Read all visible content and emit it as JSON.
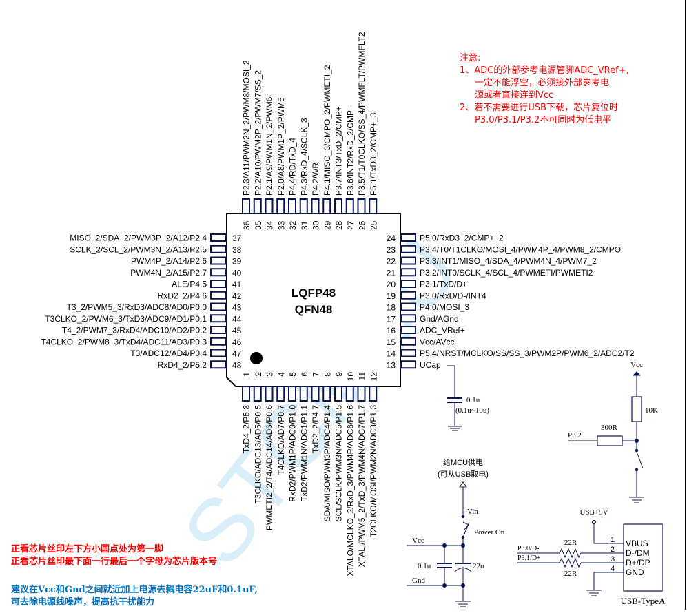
{
  "colors": {
    "pin_outline": "#0a1450",
    "chip_outline": "#000000",
    "wire": "#0a1450",
    "note_red": "#ff0000",
    "note_blue": "#0070c0",
    "watermark": "#d6ecf7"
  },
  "watermark": "STCMCU",
  "chip": {
    "package_line1": "LQFP48",
    "package_line2": "QFN48",
    "pin1_marker": "pin1-dot",
    "left_pins": [
      {
        "num": "37",
        "label": "MISO_2/SDA_2/PWM3P_2/A12/P2.4"
      },
      {
        "num": "38",
        "label": "SCLK_2/SCL_2/PWM3N_2/A13/P2.5"
      },
      {
        "num": "39",
        "label": "PWM4P_2/A14/P2.6"
      },
      {
        "num": "40",
        "label": "PWM4N_2/A15/P2.7"
      },
      {
        "num": "41",
        "label": "ALE/P4.5"
      },
      {
        "num": "42",
        "label": "RxD2_2/P4.6"
      },
      {
        "num": "43",
        "label": "T3_2/PWM5_3/RxD3/ADC8/AD0/P0.0"
      },
      {
        "num": "44",
        "label": "T3CLKO_2/PWM6_3/TxD3/ADC9/AD1/P0.1"
      },
      {
        "num": "45",
        "label": "T4_2/PWM7_3/RxD4/ADC10/AD2/P0.2"
      },
      {
        "num": "46",
        "label": "T4CLKO_2/PWM8_3/TxD4/ADC11/AD3/P0.3"
      },
      {
        "num": "47",
        "label": "T3/ADC12/AD4/P0.4"
      },
      {
        "num": "48",
        "label": "RxD4_2/P5.2"
      }
    ],
    "right_pins": [
      {
        "num": "24",
        "label": "P5.0/RxD3_2/CMP+_2"
      },
      {
        "num": "23",
        "label": "P3.4/T0/T1CLKO/MOSI_4/PWM4P_4/PWM8_2/CMPO"
      },
      {
        "num": "22",
        "label": "P3.3/INT1/MISO_4/SDA_4/PWM4N_4/PWM7_2"
      },
      {
        "num": "21",
        "label": "P3.2/INT0/SCLK_4/SCL_4/PWMETI/PWMETI2"
      },
      {
        "num": "20",
        "label": "P3.1/TxD/D+"
      },
      {
        "num": "19",
        "label": "P3.0/RxD/D-/INT4"
      },
      {
        "num": "18",
        "label": "P4.0/MOSI_3"
      },
      {
        "num": "17",
        "label": "Gnd/AGnd"
      },
      {
        "num": "16",
        "label": "ADC_VRef+"
      },
      {
        "num": "15",
        "label": "Vcc/AVcc"
      },
      {
        "num": "14",
        "label": "P5.4/NRST/MCLKO/SS/SS_3/PWM2P/PWM6_2/ADC2/T2"
      },
      {
        "num": "13",
        "label": "UCap"
      }
    ],
    "top_pins": [
      {
        "num": "36",
        "label": "P2.3/A11/PWM2N_2/PWM8/MOSI_2"
      },
      {
        "num": "35",
        "label": "P2.2/A10/PWM2P_2/PWM7/SS_2"
      },
      {
        "num": "34",
        "label": "P2.1/A9/PWM1N_2/PWM6"
      },
      {
        "num": "33",
        "label": "P2.0/A8/PWM1P_2/PWM5"
      },
      {
        "num": "32",
        "label": "P4.4/RD/TxD_4"
      },
      {
        "num": "31",
        "label": "P4.3/RxD_4/SCLK_3"
      },
      {
        "num": "30",
        "label": "P4.2/WR"
      },
      {
        "num": "29",
        "label": "P4.1/MISO_3/CMPO_2/PWMETI_2"
      },
      {
        "num": "28",
        "label": "P3.7/INT3/TxD_2/CMP+"
      },
      {
        "num": "27",
        "label": "P3.6/INT2/RxD_2/CMP-"
      },
      {
        "num": "26",
        "label": "P3.5/T1/T0CLKO/SS_4/PWMFLT/PWMFLT2"
      },
      {
        "num": "25",
        "label": "P5.1/TxD3_2/CMP+_3"
      }
    ],
    "bottom_pins": [
      {
        "num": "1",
        "label": "TxD4_2/P5.3"
      },
      {
        "num": "2",
        "label": "T3CLKO/ADC13/AD5/P0.5"
      },
      {
        "num": "3",
        "label": "PWMETI2_2/T4/ADC14/AD6/P0.6"
      },
      {
        "num": "4",
        "label": "T4CLKO/AD7/P0.7"
      },
      {
        "num": "5",
        "label": "RxD2/PWM1P/ADC0/P1.0"
      },
      {
        "num": "6",
        "label": "TxD2/PWM1N/ADC1/P1.1"
      },
      {
        "num": "7",
        "label": "TxD2_2/P4.7"
      },
      {
        "num": "8",
        "label": "SDA/MISO/PWM3P/ADC4/P1.4"
      },
      {
        "num": "9",
        "label": "SCL/SCLK/PWM3N/ADC5/P1.5"
      },
      {
        "num": "10",
        "label": "XTALO/MCLKO_2/RxD_3/PWM4P/ADC6/P1.6"
      },
      {
        "num": "11",
        "label": "XTALI/PWM5_2/TxD_3/PWM4N/ADC7/P1.7"
      },
      {
        "num": "12",
        "label": "T2CLKO/MOSI/PWM2N/ADC3/P1.3"
      }
    ]
  },
  "notes": {
    "title": "注意:",
    "lines": [
      "1、ADC的外部参考电源管脚ADC_VRef+,",
      "一定不能浮空，必须接外部参考电",
      "源或者直接连到Vcc",
      "2、若不需要进行USB下载，芯片复位时",
      "P3.0/P3.1/P3.2不可同时为低电平"
    ]
  },
  "bottom_notes": {
    "red_lines": [
      "正看芯片丝印左下方小圆点处为第一脚",
      "正看芯片丝印最下面一行最后一个字母为芯片版本号"
    ],
    "blue_lines": [
      "建议在Vcc和Gnd之间就近加上电源去耦电容22uF和0.1uF,",
      "可去除电源线噪声，提高抗干扰能力"
    ]
  },
  "ucap_circuit": {
    "cap_value": "0.1u",
    "cap_range": "(0.1u~10u)"
  },
  "reset_circuit": {
    "vcc_label": "Vcc",
    "pullup_value": "10K",
    "series_value": "300R",
    "net_label": "P3.2"
  },
  "power_circuit": {
    "supply_title": "给MCU供电",
    "supply_subtitle": "(可从USB取电)",
    "vin_label": "Vin",
    "switch_label": "Power On",
    "vcc_label": "Vcc",
    "gnd_label": "Gnd",
    "cap_small": "0.1u",
    "cap_large": "22u"
  },
  "usb_circuit": {
    "usb5v_label": "USB+5V",
    "dm_net": "P3.0/D-",
    "dp_net": "P3.1/D+",
    "r_top": "22R",
    "r_bottom": "22R",
    "connector_name": "USB-TypeA",
    "pins": [
      {
        "num": "1",
        "label": "VBUS"
      },
      {
        "num": "2",
        "label": "D-/DM"
      },
      {
        "num": "3",
        "label": "D+/DP"
      },
      {
        "num": "4",
        "label": "GND"
      }
    ]
  }
}
